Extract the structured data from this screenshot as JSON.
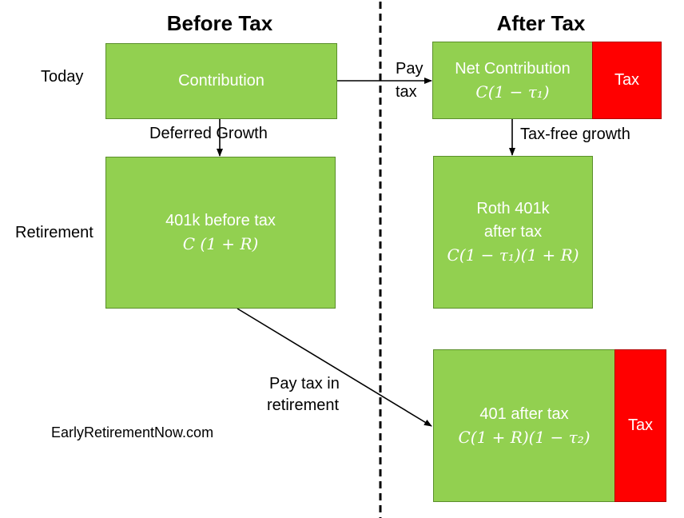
{
  "headings": {
    "before": "Before Tax",
    "after": "After Tax"
  },
  "row_labels": {
    "today": "Today",
    "retirement": "Retirement"
  },
  "boxes": {
    "contribution": {
      "title": "Contribution"
    },
    "net_contribution": {
      "title": "Net Contribution",
      "formula": "C(1 − τ₁)"
    },
    "tax_top": {
      "title": "Tax"
    },
    "before_tax_401k": {
      "title": "401k before tax",
      "formula": "C (1 + R)"
    },
    "roth_401k": {
      "title_line1": "Roth 401k",
      "title_line2": "after tax",
      "formula": "C(1 − τ₁)(1 + R)"
    },
    "after_tax_401": {
      "title": "401 after tax",
      "formula": "C(1 + R)(1 − τ₂)"
    },
    "tax_bottom": {
      "title": "Tax"
    }
  },
  "arrow_labels": {
    "pay_tax_line1": "Pay",
    "pay_tax_line2": "tax",
    "deferred_growth": "Deferred Growth",
    "tax_free_growth": "Tax-free growth",
    "pay_tax_retirement_line1": "Pay tax in",
    "pay_tax_retirement_line2": "retirement"
  },
  "footer": {
    "site": "EarlyRetirementNow.com"
  },
  "colors": {
    "green": "#92d050",
    "red": "#ff0000",
    "white_text": "#ffffff"
  }
}
